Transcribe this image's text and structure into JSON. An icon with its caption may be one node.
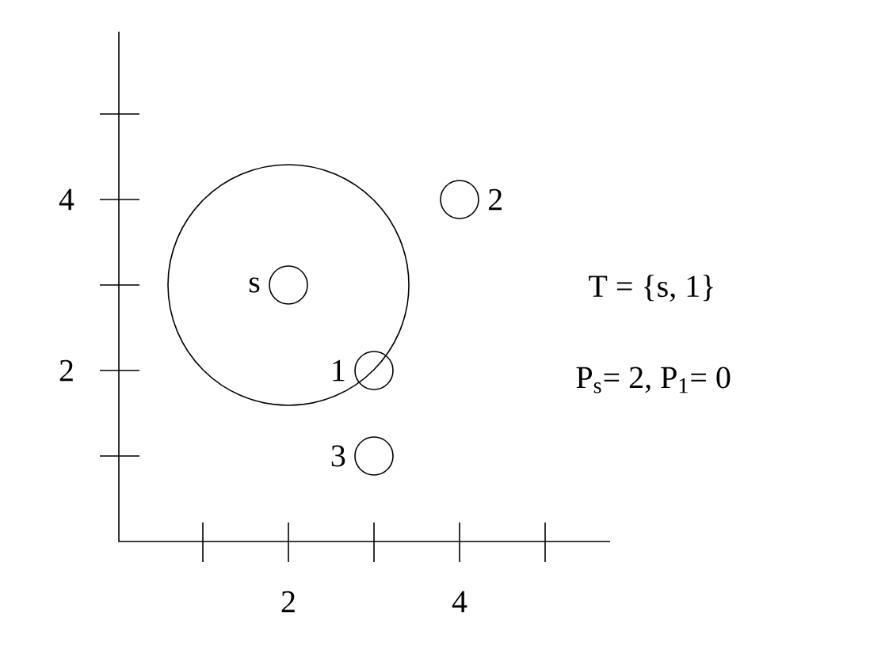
{
  "diagram": {
    "nodes": [
      {
        "text": [],
        "shape": "circle"
      },
      {
        "text": [],
        "shape": "circle",
        "beside": [
          "s"
        ],
        "in": 0
      },
      {
        "text": [],
        "shape": "circle",
        "beside": [
          "2"
        ]
      },
      {
        "text": [],
        "shape": "circle",
        "beside": [
          "1"
        ]
      },
      {
        "text": [],
        "shape": "circle",
        "beside": [
          "3"
        ]
      }
    ],
    "labels": [
      "4",
      "T = {s, 1}",
      "2",
      "P$_{s}$= 2, P$_{1}$= 0",
      "2",
      "4"
    ]
  }
}
